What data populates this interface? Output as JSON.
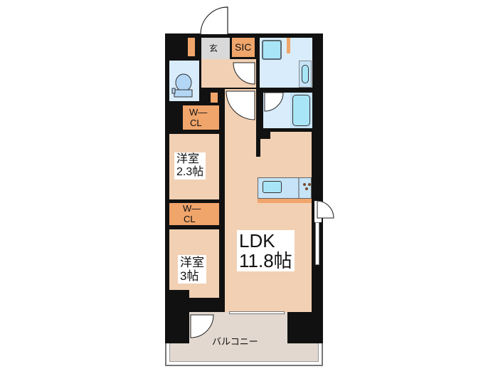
{
  "floorplan": {
    "rooms": {
      "genkan": {
        "label": "玄"
      },
      "sic": {
        "label": "SIC"
      },
      "wcl_upper": {
        "line1": "W—",
        "line2": "CL"
      },
      "western_upper": {
        "line1": "洋室",
        "line2": "2.3帖"
      },
      "wcl_lower": {
        "line1": "W—",
        "line2": "CL"
      },
      "western_lower": {
        "line1": "洋室",
        "line2": "3帖"
      },
      "ldk": {
        "line1": "LDK",
        "line2": "11.8帖"
      },
      "balcony": {
        "label": "バルコニー"
      }
    },
    "colors": {
      "wall": "#111111",
      "room": "#f2d0b3",
      "wet_area": "#d9ecfb",
      "storage": "#f0a56b",
      "entrance": "#d9d9d9",
      "balcony": "#e2d8cf",
      "fixture": "#a8e6f7"
    }
  }
}
